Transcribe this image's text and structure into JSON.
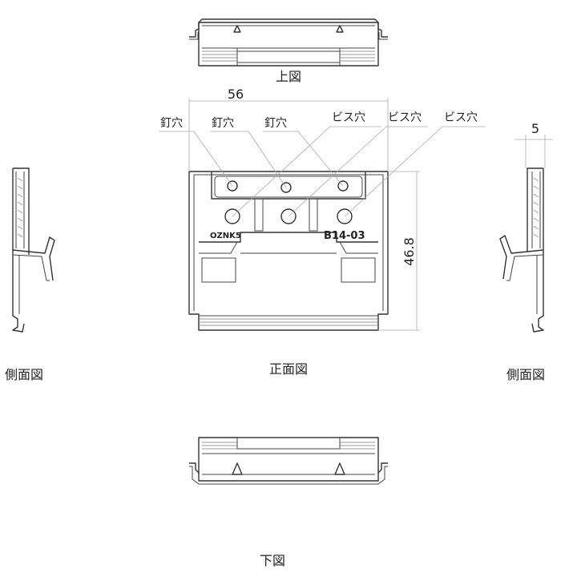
{
  "views": {
    "top": "上図",
    "front": "正面図",
    "side_left": "側面図",
    "side_right": "側面図",
    "bottom": "下図"
  },
  "dimensions": {
    "width": "56",
    "height": "46.8",
    "depth": "5"
  },
  "callouts": {
    "nail1": "釘穴",
    "nail2": "釘穴",
    "nail3": "釘穴",
    "screw1": "ビス穴",
    "screw2": "ビス穴",
    "screw3": "ビス穴"
  },
  "part_marks": {
    "left": "OZNK5",
    "right": "B14-03"
  }
}
